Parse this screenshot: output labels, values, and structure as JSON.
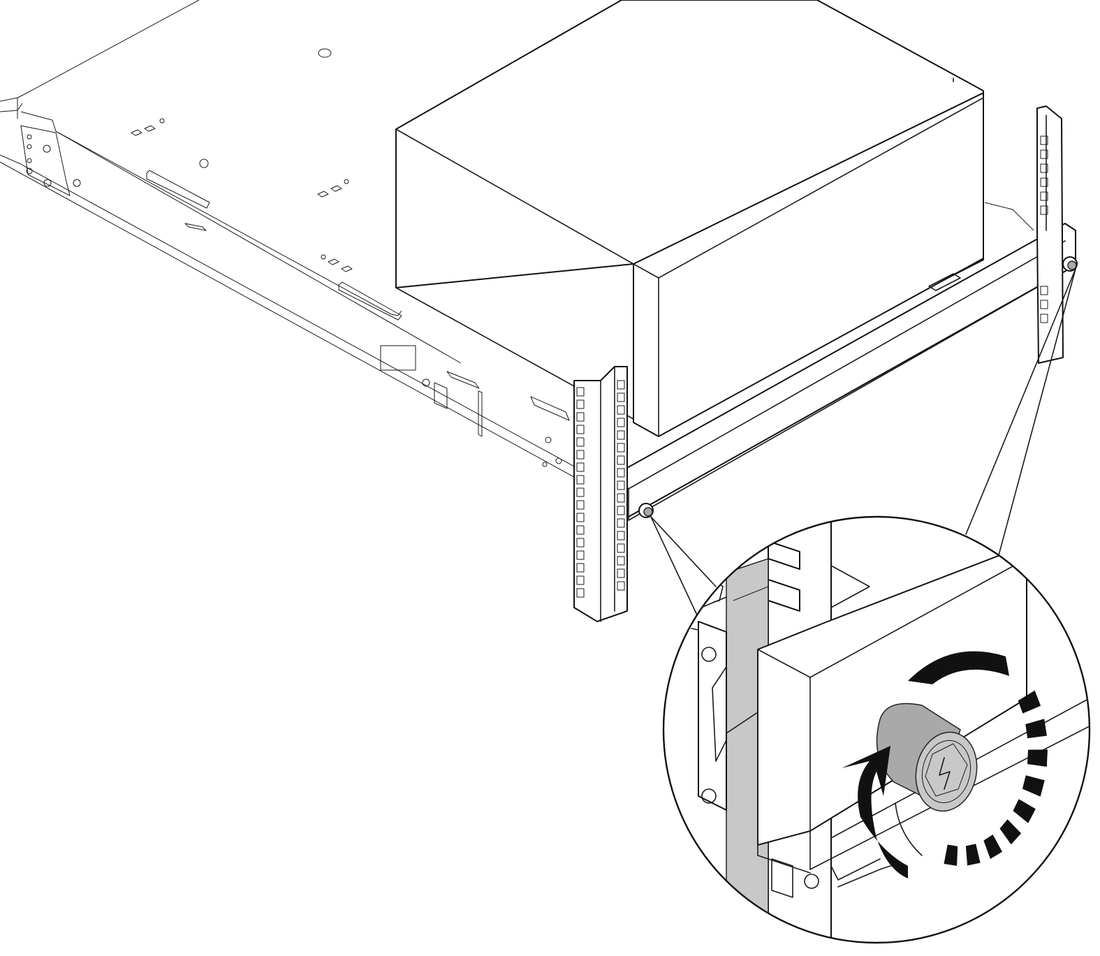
{
  "figure": {
    "content": "rack-mount-procedure-illustration",
    "callout_shape": "circle-zoom",
    "rotation_arrow": "clockwise-rotate-arrow",
    "colors": {
      "line": "#1a1a1a",
      "background": "#ffffff",
      "rack_post_shade": "#c8c8c8",
      "screw_shade": "#a9a9a9"
    }
  }
}
